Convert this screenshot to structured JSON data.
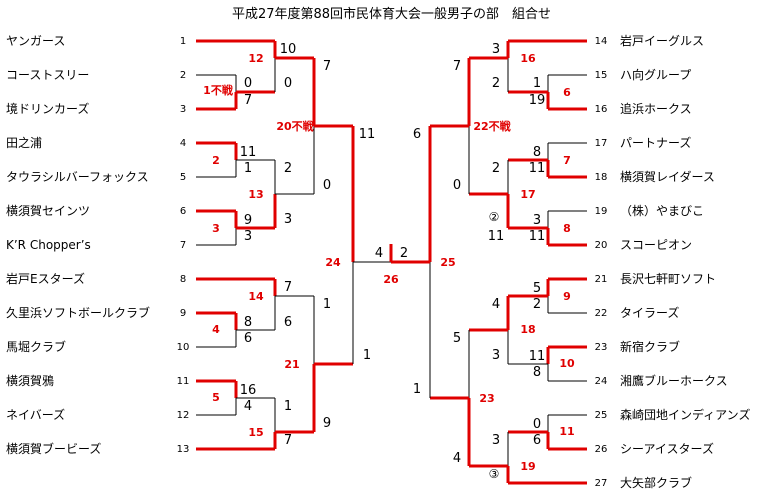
{
  "title": "平成27年度第88回市民体育大会一般男子の部　組合せ",
  "left_teams": [
    {
      "no": "1",
      "name": "ヤンガース"
    },
    {
      "no": "2",
      "name": "コーストスリー"
    },
    {
      "no": "3",
      "name": "境ドリンカーズ"
    },
    {
      "no": "4",
      "name": "田之浦"
    },
    {
      "no": "5",
      "name": "タウラシルバーフォックス"
    },
    {
      "no": "6",
      "name": "横須賀セインツ"
    },
    {
      "no": "7",
      "name": "K’R Chopper’s"
    },
    {
      "no": "8",
      "name": "岩戸Eスターズ"
    },
    {
      "no": "9",
      "name": "久里浜ソフトボールクラブ"
    },
    {
      "no": "10",
      "name": "馬堀クラブ"
    },
    {
      "no": "11",
      "name": "横須賀鴉"
    },
    {
      "no": "12",
      "name": "ネイバーズ"
    },
    {
      "no": "13",
      "name": "横須賀ブービーズ"
    }
  ],
  "right_teams": [
    {
      "no": "14",
      "name": "岩戸イーグルス"
    },
    {
      "no": "15",
      "name": "ハ向グループ"
    },
    {
      "no": "16",
      "name": "追浜ホークス"
    },
    {
      "no": "17",
      "name": "パートナーズ"
    },
    {
      "no": "18",
      "name": "横須賀レイダース"
    },
    {
      "no": "19",
      "name": "（株）やまびこ"
    },
    {
      "no": "20",
      "name": "スコーピオン"
    },
    {
      "no": "21",
      "name": "長沢七軒町ソフト"
    },
    {
      "no": "22",
      "name": "タイラーズ"
    },
    {
      "no": "23",
      "name": "新宿クラブ"
    },
    {
      "no": "24",
      "name": "湘鷹ブルーホークス"
    },
    {
      "no": "25",
      "name": "森崎団地インディアンズ"
    },
    {
      "no": "26",
      "name": "シーアイスターズ"
    },
    {
      "no": "27",
      "name": "大矢部クラブ"
    }
  ],
  "matches": [
    {
      "id": "m1",
      "label": "1不戦"
    },
    {
      "id": "m2",
      "label": "2"
    },
    {
      "id": "m3",
      "label": "3"
    },
    {
      "id": "m4",
      "label": "4"
    },
    {
      "id": "m5",
      "label": "5"
    },
    {
      "id": "m6",
      "label": "6"
    },
    {
      "id": "m7",
      "label": "7"
    },
    {
      "id": "m8",
      "label": "8"
    },
    {
      "id": "m9",
      "label": "9"
    },
    {
      "id": "m10",
      "label": "10"
    },
    {
      "id": "m11",
      "label": "11"
    },
    {
      "id": "m12",
      "label": "12"
    },
    {
      "id": "m13",
      "label": "13"
    },
    {
      "id": "m14",
      "label": "14"
    },
    {
      "id": "m15",
      "label": "15"
    },
    {
      "id": "m16",
      "label": "16"
    },
    {
      "id": "m17",
      "label": "17"
    },
    {
      "id": "m18",
      "label": "18"
    },
    {
      "id": "m19",
      "label": "19"
    },
    {
      "id": "m20",
      "label": "20不戦"
    },
    {
      "id": "m21",
      "label": "21"
    },
    {
      "id": "m22",
      "label": "22不戦"
    },
    {
      "id": "m23",
      "label": "23"
    },
    {
      "id": "m24",
      "label": "24"
    },
    {
      "id": "m25",
      "label": "25"
    },
    {
      "id": "m26",
      "label": "26"
    }
  ],
  "scores": [
    {
      "id": "m1",
      "top": "0",
      "bottom": "7"
    },
    {
      "id": "m2",
      "top": "11",
      "bottom": "1"
    },
    {
      "id": "m3",
      "top": "9",
      "bottom": "3"
    },
    {
      "id": "m4",
      "top": "8",
      "bottom": "6"
    },
    {
      "id": "m5",
      "top": "16",
      "bottom": "4"
    },
    {
      "id": "m12",
      "top": "10",
      "bottom": "0"
    },
    {
      "id": "m13",
      "top": "2",
      "bottom": "3"
    },
    {
      "id": "m14",
      "top": "7",
      "bottom": "6"
    },
    {
      "id": "m15",
      "top": "1",
      "bottom": "7"
    },
    {
      "id": "m20",
      "top": "7",
      "bottom": "0"
    },
    {
      "id": "m21",
      "top": "1",
      "bottom": "9"
    },
    {
      "id": "m24",
      "top": "11",
      "bottom": "1"
    },
    {
      "id": "m26",
      "top": "4",
      "bottom": "2"
    },
    {
      "id": "m6",
      "top": "1",
      "bottom": "19"
    },
    {
      "id": "m7",
      "top": "8",
      "bottom": "11"
    },
    {
      "id": "m8",
      "top": "3",
      "bottom": "11"
    },
    {
      "id": "m9",
      "top": "5",
      "bottom": "2"
    },
    {
      "id": "m10",
      "top": "11",
      "bottom": "8"
    },
    {
      "id": "m11",
      "top": "0",
      "bottom": "6"
    },
    {
      "id": "m16",
      "top": "3",
      "bottom": "2"
    },
    {
      "id": "m17",
      "top": "2",
      "bottom": "11"
    },
    {
      "id": "m18",
      "top": "4",
      "bottom": "3"
    },
    {
      "id": "m19",
      "top": "3",
      "bottom": "4"
    },
    {
      "id": "m22",
      "top": "7",
      "bottom": "0"
    },
    {
      "id": "m23",
      "top": "5",
      "bottom": "1"
    },
    {
      "id": "m25",
      "top": "6",
      "bottom": "1"
    }
  ],
  "circled_marks": [
    {
      "id": "circle-2",
      "text": "②"
    },
    {
      "id": "circle-3",
      "text": "③"
    }
  ],
  "colors": {
    "winner_line": "#e00000",
    "line": "#000000",
    "match_label": "#e00000"
  }
}
